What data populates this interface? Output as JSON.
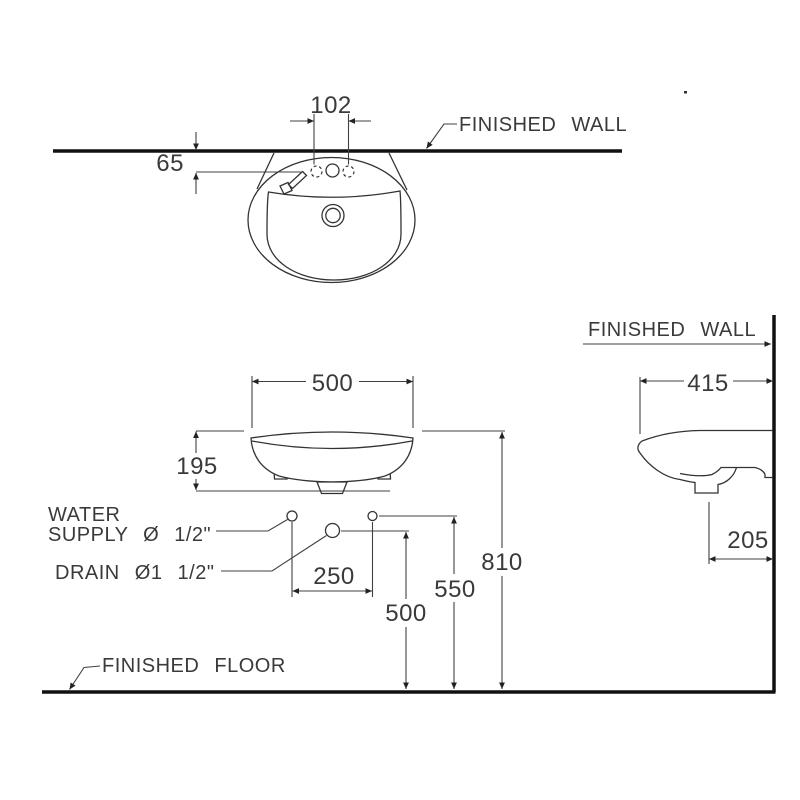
{
  "drawing": {
    "type": "sanitary-ware installation drawing (wall-hung wash basin, top / front / side views)",
    "labels": {
      "finished_wall_top": "FINISHED WALL",
      "finished_wall_side": "FINISHED WALL",
      "finished_floor": "FINISHED FLOOR",
      "water_supply_line1": "WATER",
      "water_supply_line2": "SUPPLY Ø 1/2\"",
      "drain_label": "DRAIN Ø1 1/2\""
    },
    "dimensions": {
      "faucet_hole_spacing": "102",
      "faucet_center_from_wall": "65",
      "basin_width": "500",
      "basin_body_height": "195",
      "basin_front_to_wall": "415",
      "drain_to_wall": "205",
      "supply_spacing": "250",
      "drain_height_above_floor": "500",
      "supply_height_above_floor": "550",
      "rim_height_above_floor": "810"
    },
    "colors": {
      "line_color": "#333333",
      "heavy_line_color": "#111111",
      "text_color": "#3a3a3a",
      "background": "#ffffff"
    }
  }
}
